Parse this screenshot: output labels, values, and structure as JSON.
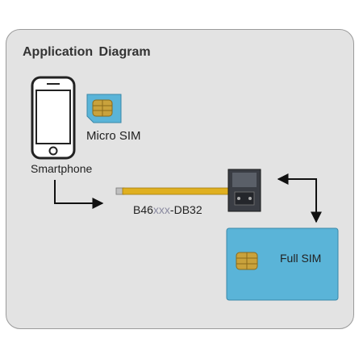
{
  "diagram": {
    "title": "Application  Diagram",
    "smartphone_label": "Smartphone",
    "micro_sim_label": "Micro SIM",
    "full_sim_label": "Full SIM",
    "module_label_prefix": "B46",
    "module_label_mid": "xxx",
    "module_label_suffix": "-DB32",
    "colors": {
      "panel_bg": "#e3e3e3",
      "sim_blue": "#5ab4d8",
      "chip_gold": "#c9a23c",
      "flex_cable": "#e0b020",
      "arrow": "#111111"
    }
  }
}
